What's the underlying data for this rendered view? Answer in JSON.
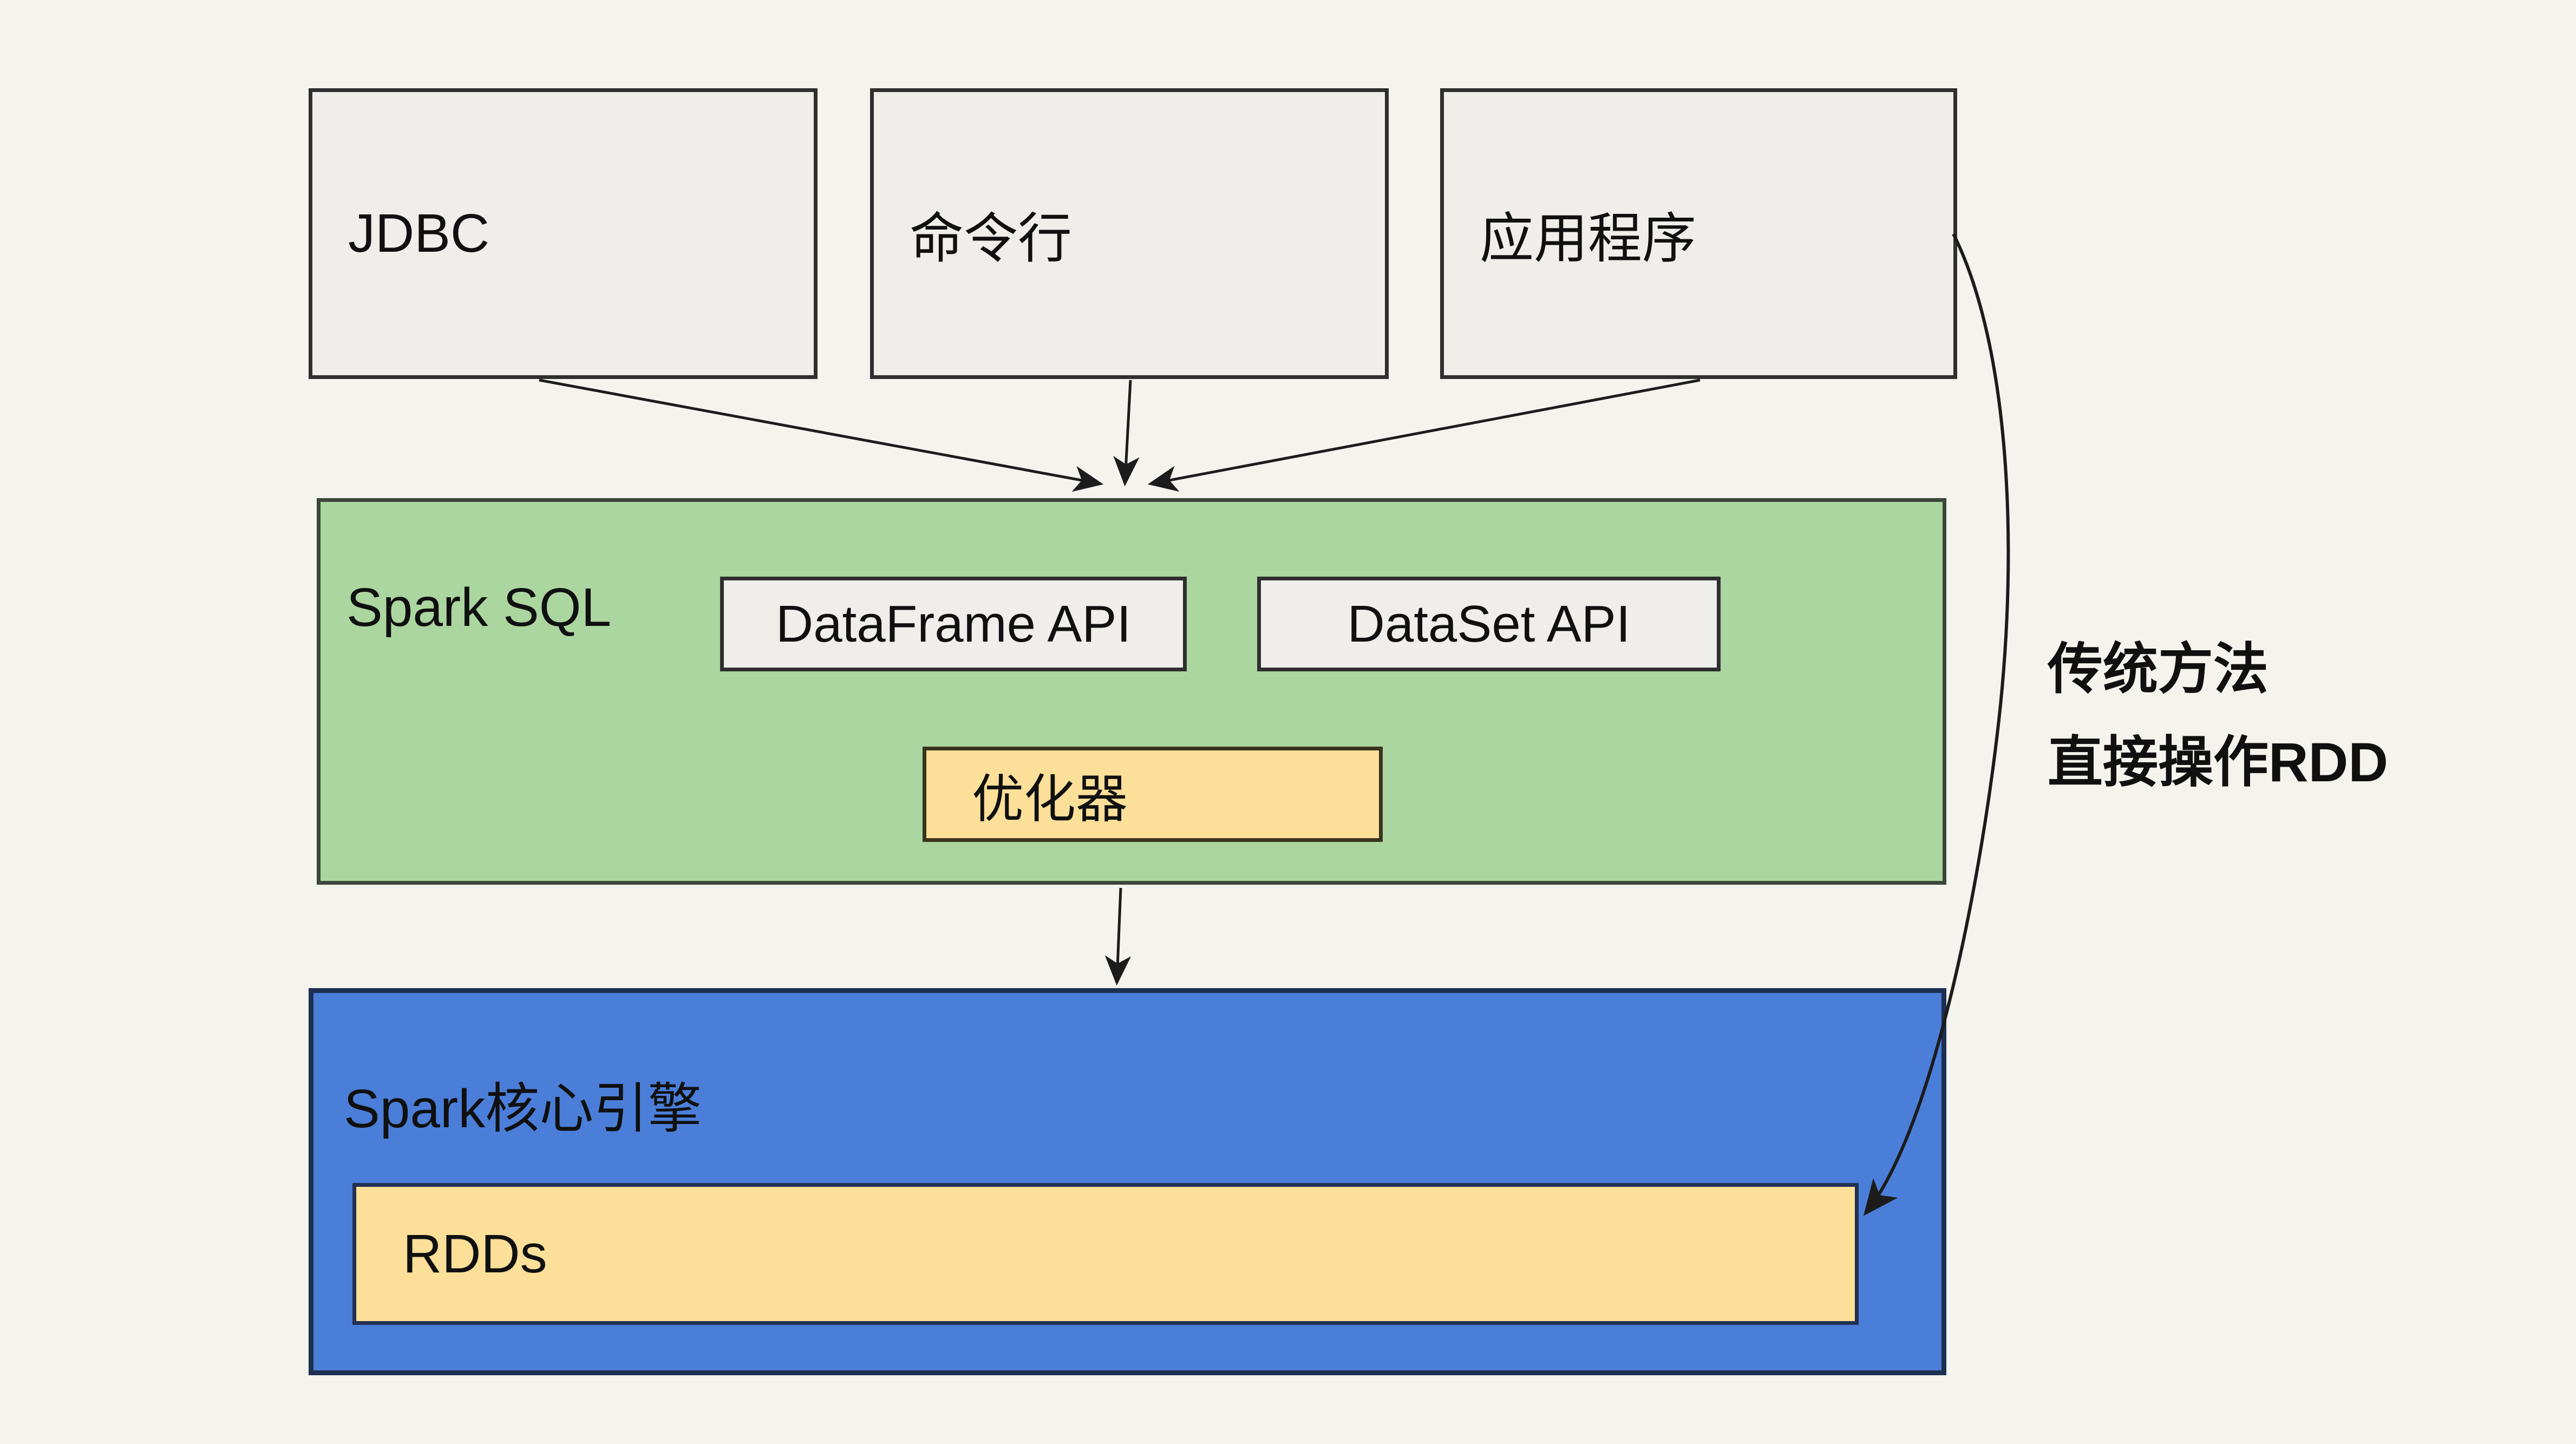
{
  "nodes": {
    "jdbc": {
      "label": "JDBC"
    },
    "cli": {
      "label": "命令行"
    },
    "app": {
      "label": "应用程序"
    },
    "spark_sql": {
      "label": "Spark SQL"
    },
    "dataframe": {
      "label": "DataFrame API"
    },
    "dataset": {
      "label": "DataSet API"
    },
    "optimizer": {
      "label": "优化器"
    },
    "spark_core": {
      "label": "Spark核心引擎"
    },
    "rdds": {
      "label": "RDDs"
    }
  },
  "annotation": {
    "line1": "传统方法",
    "line2": "直接操作RDD"
  },
  "edges": [
    {
      "from": "jdbc",
      "to": "spark_sql"
    },
    {
      "from": "cli",
      "to": "spark_sql"
    },
    {
      "from": "app",
      "to": "spark_sql"
    },
    {
      "from": "spark_sql",
      "to": "spark_core"
    },
    {
      "from": "app",
      "to": "rdds",
      "note": "traditional method, operates on RDD directly"
    }
  ],
  "colors": {
    "bg": "#f4f3ee",
    "gray_fill": "#efeeeb",
    "gray_border": "#2f2f2f",
    "green_fill": "#acd6a0",
    "green_border": "#3c463a",
    "yellow_fill": "#fcdf99",
    "yellow_border": "#39331f",
    "blue_fill": "#4a7ed9",
    "blue_border": "#1e2f52",
    "navy_border": "#223052",
    "line": "#1c1c1c",
    "text": "#101010"
  }
}
